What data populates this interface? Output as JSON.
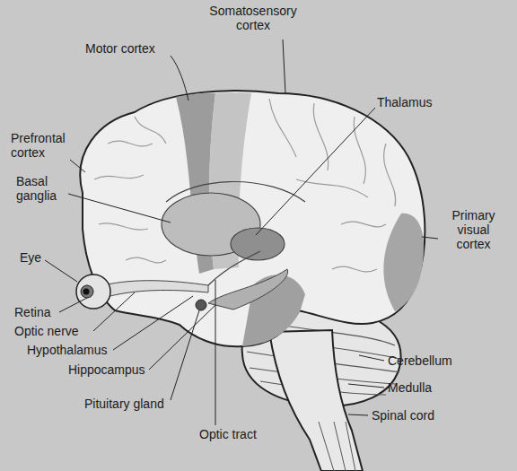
{
  "diagram": {
    "labels": [
      "Motor cortex",
      "Somatosensory cortex",
      "Thalamus",
      "Prefrontal cortex",
      "Basal ganglia",
      "Primary visual cortex",
      "Eye",
      "Retina",
      "Optic nerve",
      "Hypothalamus",
      "Hippocampus",
      "Pituitary gland",
      "Optic tract",
      "Cerebellum",
      "Medulla",
      "Spinal cord"
    ]
  }
}
